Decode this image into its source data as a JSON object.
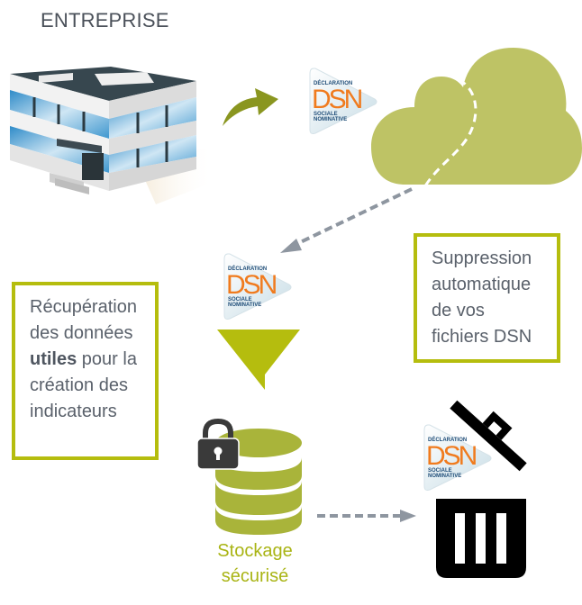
{
  "diagram": {
    "title": "ENTREPRISE",
    "dsn_logo": {
      "top_text": "DÉCLARATION",
      "main_text": "DSN",
      "bottom_text_line1": "SOCIALE",
      "bottom_text_line2": "NOMINATIVE"
    },
    "left_box": {
      "line1": "Récupération",
      "line2": "des données",
      "bold_word": "utiles",
      "line3_rest": " pour la",
      "line4": "création des",
      "line5": "indicateurs"
    },
    "right_box": {
      "line1": "Suppression",
      "line2": "automatique",
      "line3": "de vos",
      "line4": "fichiers DSN"
    },
    "storage": {
      "line1": "Stockage",
      "line2": "sécurisé"
    },
    "icons": [
      "building-icon",
      "curved-arrow-icon",
      "dsn-logo-icon",
      "cloud-icon",
      "funnel-icon",
      "database-icon",
      "padlock-icon",
      "trash-bin-icon"
    ],
    "colors": {
      "accent_green": "#b5bd0e",
      "cloud_green": "#bec365",
      "database_green": "#a9b43a",
      "text_gray": "#5a616b",
      "arrow_gray": "#8e96a0",
      "dsn_orange": "#f07b1e",
      "dsn_blue": "#1f4d78"
    }
  }
}
